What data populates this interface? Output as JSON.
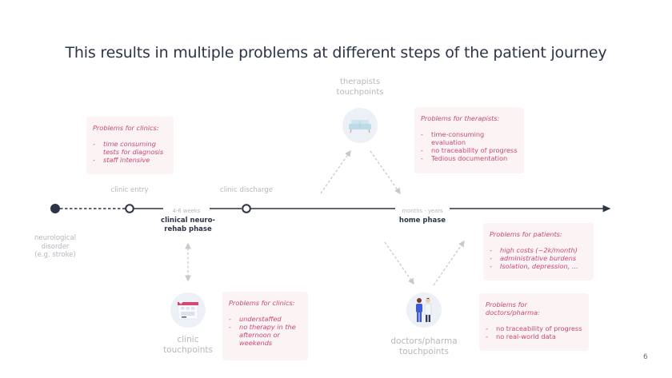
{
  "slide": {
    "title": "This results in multiple problems at different steps of the patient journey",
    "page_number": "6"
  },
  "timeline": {
    "start_label": "neurological\ndisorder\n(e.g. stroke)",
    "milestones": [
      {
        "label": "clinic entry"
      },
      {
        "label": "clinic discharge"
      }
    ],
    "phases": [
      {
        "duration": "4-6 weeks",
        "name": "clinical neuro-\nrehab phase"
      },
      {
        "duration": "months - years",
        "name": "home phase"
      }
    ]
  },
  "touchpoints": {
    "therapists": {
      "label": "therapists\ntouchpoints",
      "icon": "sofa-icon"
    },
    "clinic": {
      "label": "clinic\ntouchpoints",
      "icon": "hospital-icon"
    },
    "doctors": {
      "label": "doctors/pharma\ntouchpoints",
      "icon": "doctors-icon"
    }
  },
  "problem_boxes": {
    "clinics_top": {
      "heading": "Problems for clinics:",
      "items": [
        "time consuming tests for diagnosis",
        "staff intensive"
      ]
    },
    "therapists": {
      "heading": "Problems for therapists:",
      "items": [
        "time-consuming evaluation",
        "no traceability of progress",
        "Tedious documentation"
      ]
    },
    "patients": {
      "heading": "Problems for patients:",
      "items": [
        "high costs (~2k/month)",
        "administrative burdens",
        "Isolation, depression, ..."
      ]
    },
    "clinics_bottom": {
      "heading": "Problems for clinics:",
      "items": [
        "understaffed",
        "no therapy in the afternoon or weekends"
      ]
    },
    "doctors": {
      "heading": "Problems for doctors/pharma:",
      "items": [
        "no traceability of progress",
        "no real-world data"
      ]
    }
  },
  "colors": {
    "title": "#2e3447",
    "line": "#2e3447",
    "muted": "#b5b7be",
    "problem_text": "#c54a76",
    "problem_bg": "#fcf3f5",
    "icon_bg": "#eef0f8",
    "arrow_dashed": "#c6c8d0"
  }
}
